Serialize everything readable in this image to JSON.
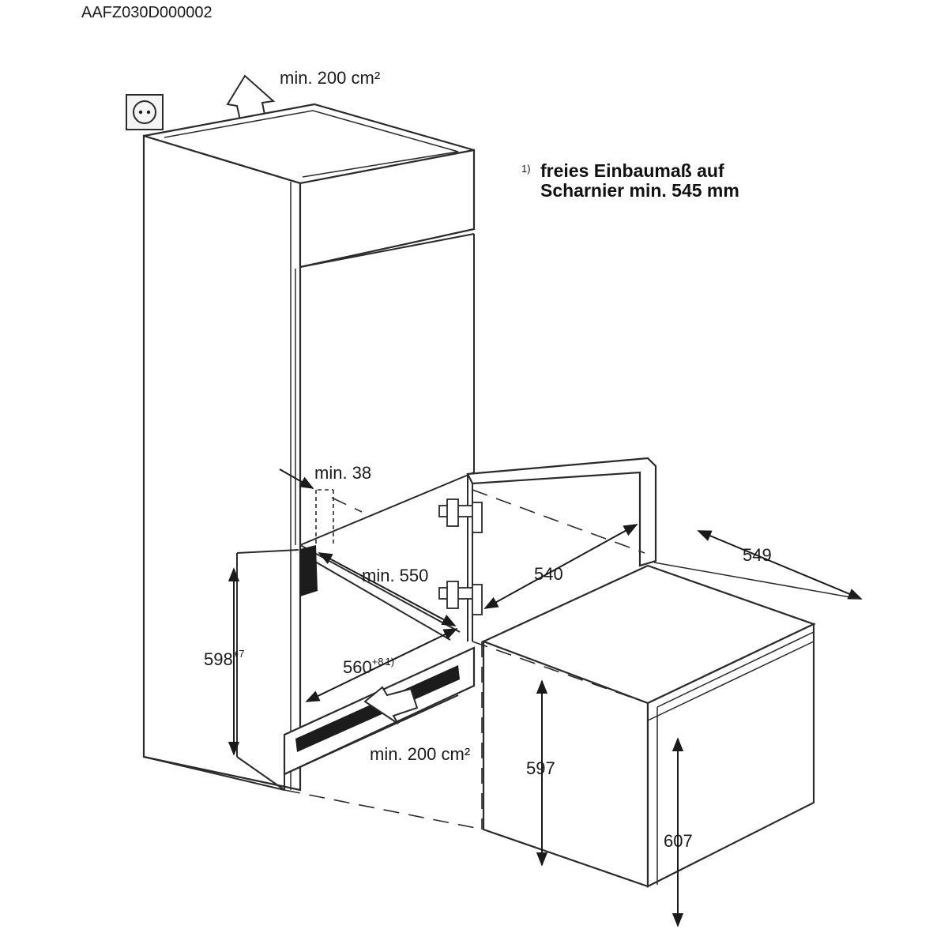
{
  "doc_code": "AAFZ030D000002",
  "footnote": {
    "marker": "1)",
    "line1": "freies Einbaumaß auf",
    "line2": "Scharnier min. 545 mm"
  },
  "vent_top_label": "min. 200 cm²",
  "vent_bottom_label": "min. 200 cm²",
  "dimensions": {
    "min38": "min. 38",
    "min550": "min. 550",
    "d540": "540",
    "d549": "549",
    "d597": "597",
    "d607": "607",
    "d598": {
      "base": "598",
      "tolerance": "+7"
    },
    "d560": {
      "base": "560",
      "tolerance": "+8",
      "ref": "1)"
    }
  }
}
